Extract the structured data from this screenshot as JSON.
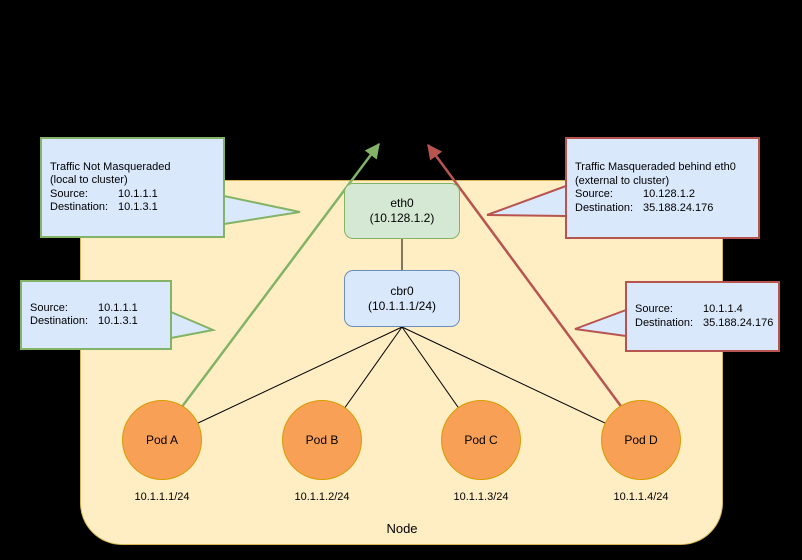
{
  "diagram": {
    "node": {
      "label": "Node",
      "eth0": {
        "name": "eth0",
        "ip": "(10.128.1.2)"
      },
      "cbr0": {
        "name": "cbr0",
        "ip": "(10.1.1.1/24)"
      },
      "pods": [
        {
          "label": "Pod A",
          "cidr": "10.1.1.1/24"
        },
        {
          "label": "Pod B",
          "cidr": "10.1.1.2/24"
        },
        {
          "label": "Pod C",
          "cidr": "10.1.1.3/24"
        },
        {
          "label": "Pod D",
          "cidr": "10.1.1.4/24"
        }
      ]
    },
    "callouts": {
      "not_masqueraded": {
        "title": "Traffic Not Masqueraded",
        "subtitle": "(local to cluster)",
        "source_label": "Source:",
        "source_value": "10.1.1.1",
        "destination_label": "Destination:",
        "destination_value": "10.1.3.1"
      },
      "left_packet": {
        "source_label": "Source:",
        "source_value": "10.1.1.1",
        "destination_label": "Destination:",
        "destination_value": "10.1.3.1"
      },
      "masqueraded": {
        "title": "Traffic Masqueraded behind eth0",
        "subtitle": "(external to cluster)",
        "source_label": "Source:",
        "source_value": "10.128.1.2",
        "destination_label": "Destination:",
        "destination_value": "35.188.24.176"
      },
      "right_packet": {
        "source_label": "Source:",
        "source_value": "10.1.1.4",
        "destination_label": "Destination:",
        "destination_value": "35.188.24.176"
      }
    },
    "colors": {
      "background": "#000000",
      "node_fill": "#ffeec4",
      "node_stroke": "#d6b656",
      "eth0_fill": "#d5e8d4",
      "green_accent": "#82b366",
      "cbr0_fill": "#dae8fc",
      "cbr0_stroke": "#6c8ebf",
      "pod_fill": "#f8a055",
      "pod_stroke": "#d79b00",
      "callout_fill": "#dae8fc",
      "red_accent": "#b85450"
    }
  }
}
